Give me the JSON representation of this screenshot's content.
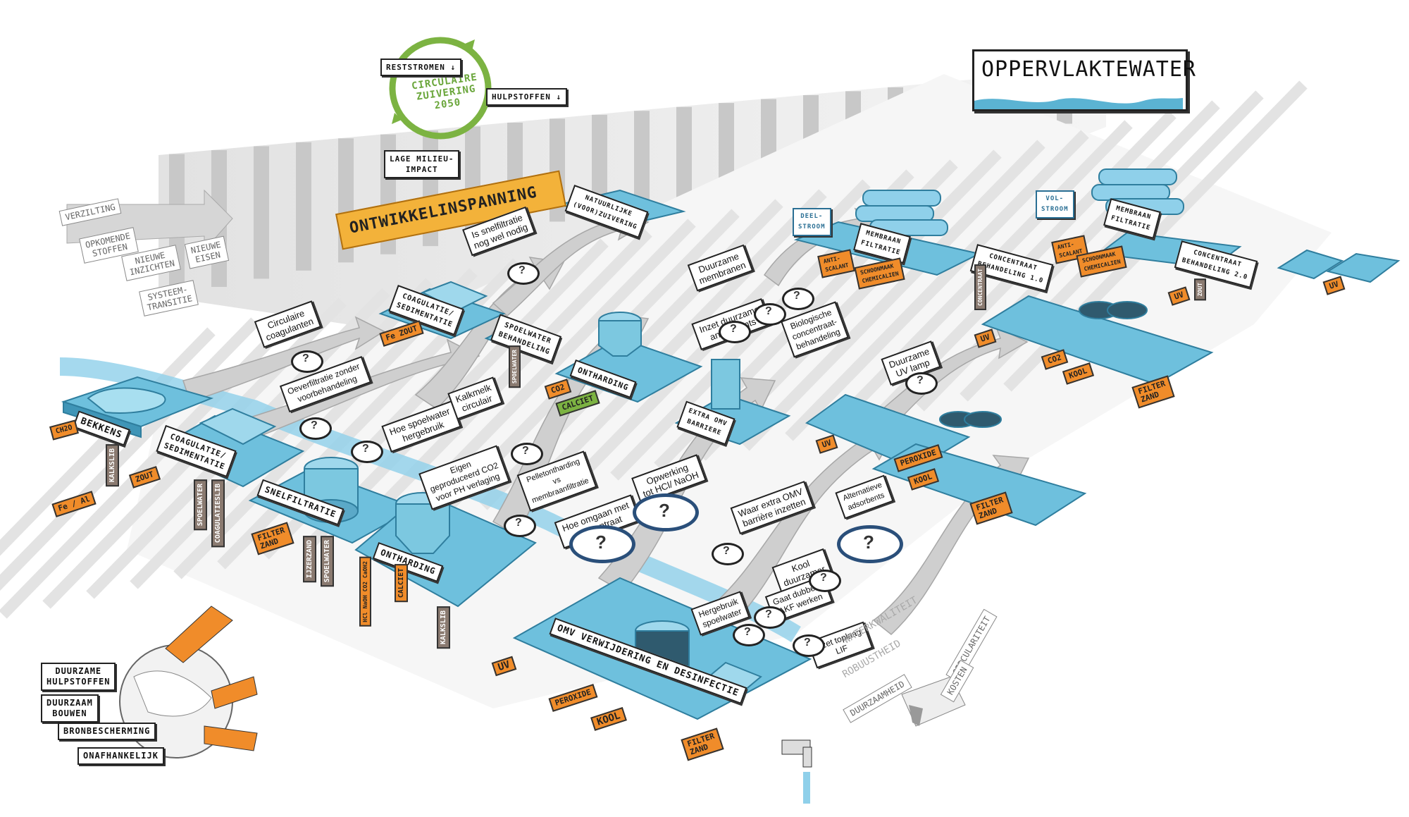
{
  "title": "OPPERVLAKTEWATER",
  "vision": {
    "text": "VISIE\nCIRCULAIRE\nZUIVERING\n2050",
    "reststromen": "RESTSTROMEN ↓",
    "hulpstoffen": "HULPSTOFFEN ↓",
    "milieu": "LAGE MILIEU-\nIMPACT"
  },
  "banner": "ONTWIKKELINSPANNING",
  "drivers": [
    "VERZILTING",
    "OPKOMENDE\nSTOFFEN",
    "NIEUWE\nINZICHTEN",
    "NIEUWE\nEISEN",
    "SYSTEEM-\nTRANSITIE"
  ],
  "process_labels": {
    "bekkens": "BEKKENS",
    "coag1": "COAGULATIE/\nSEDIMENTATIE",
    "snel": "SNELFILTRATIE",
    "ont1": "ONTHARDING",
    "omv": "OMV VERWIJDERING EN DESINFECTIE",
    "coag2": "COAGULATIE/\nSEDIMENTATIE",
    "spoel": "SPOELWATER\nBEHANDELING",
    "ont2": "ONTHARDING",
    "natuur": "NATUURLIJKE\n(VOOR)ZUIVERING",
    "extra": "EXTRA OMV\nBARRIERE",
    "mem1": "MEMBRAAN\nFILTRATIE",
    "mem2": "MEMBRAAN\nFILTRATIE",
    "conc1": "CONCENTRAAT\nBEHANDELING 1.0",
    "conc2": "CONCENTRAAT\nBEHANDELING 2.0",
    "deel": "DEEL-\nSTROOM",
    "vol": "VOL-\nSTROOM"
  },
  "questions": [
    "Circulaire\ncoagulanten",
    "Is snelfiltratie\nnog wel nodig",
    "Oeverfiltratie zonder\nvoorbehandeling",
    "Hoe spoelwater\nhergebruik",
    "Kalkmelk\ncirculair",
    "Eigen\ngeproduceerd CO2\nvoor PH verlaging",
    "Pelletontharding\nvs\nmembraanfiltratie",
    "Hoe omgaan met\nconcentraat",
    "Opwerking\ntot HCl/ NaOH",
    "Duurzame\nmembranen",
    "Inzet duurzame\nantiscalants",
    "Biologische\nconcentraat-\nbehandeling",
    "Duurzame\nUV lamp",
    "Waar extra OMV\nbarrière inzetten",
    "Alternatieve\nadsorbents",
    "Kool\nduurzamer",
    "Gaat dubbele\nAKF werken",
    "Hergebruik\nspoelwater",
    "Inzet toplaag\nLIF"
  ],
  "inputs": [
    "Fe / Al",
    "ZOUT",
    "FILTER\nZAND",
    "UV",
    "PEROXIDE",
    "KOOL",
    "FILTER\nZAND",
    "Fe ZOUT",
    "CO2",
    "CALCIET",
    "UV",
    "PEROXIDE",
    "KOOL",
    "FILTER\nZAND",
    "UV",
    "CO2",
    "KOOL",
    "FILTER\nZAND",
    "ANTI-\nSCALANT",
    "SCHOONMAAK\nCHEMICALIEN",
    "ANTI-\nSCALANT",
    "SCHOONMAAK\nCHEMICALIEN",
    "UV",
    "UV"
  ],
  "outputs": [
    "KALKSLIB",
    "SPOELWATER",
    "COAGULATIESLIB",
    "IJZERZAND",
    "SPOELWATER",
    "KALKSLIB",
    "CALCIET",
    "HCl  NaOH  CO2 CaOH2",
    "SPOELWATER",
    "ZOUT",
    "CONCENTRAAT"
  ],
  "bekkens_tag": "CH2O",
  "tags_small": {
    "concentraat": "CONCENTRAAT"
  },
  "criteria": [
    "WATERKWALITEIT",
    "ROBUUSTHEID",
    "CIRCULARITEIT",
    "DUURZAAMHEID",
    "KOSTEN"
  ],
  "globe_labels": [
    "DUURZAME\nHULPSTOFFEN",
    "DUURZAAM\nBOUWEN",
    "BRONBESCHERMING",
    "ONAFHANKELIJK"
  ],
  "colors": {
    "water": "#7cc8e0",
    "platform": "#5bb3d3",
    "orange": "#f08c2a",
    "arrow_gray": "#d4d4d4",
    "green": "#7cb342"
  }
}
